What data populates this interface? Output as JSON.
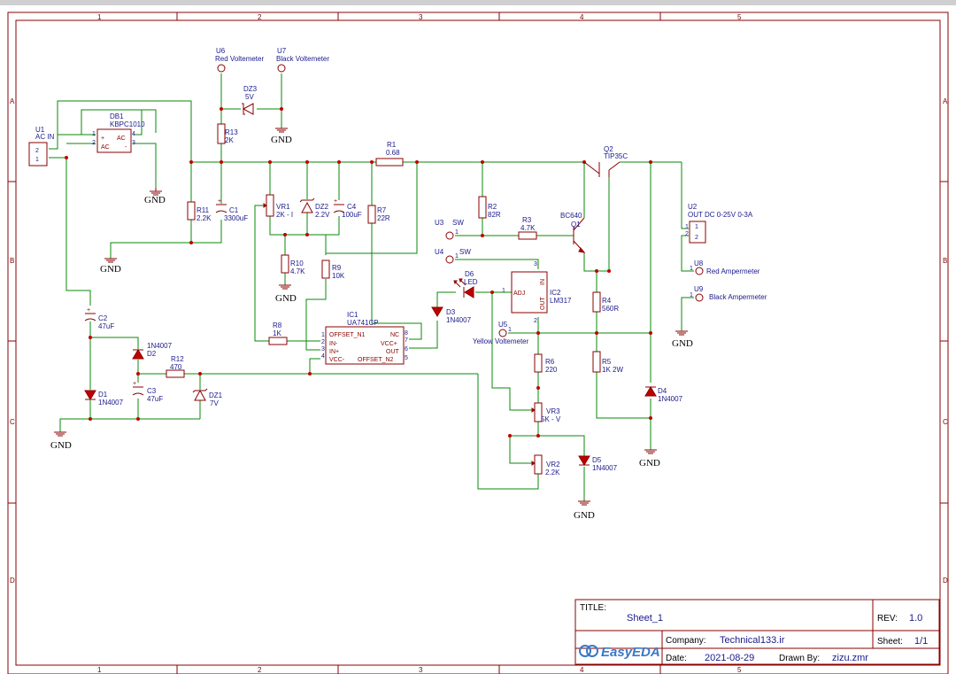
{
  "zones": {
    "cols": [
      "1",
      "2",
      "3",
      "4",
      "5"
    ],
    "rows": [
      "A",
      "B",
      "C",
      "D"
    ]
  },
  "components": {
    "U1": {
      "ref": "U1",
      "val": "AC IN"
    },
    "DB1": {
      "ref": "DB1",
      "val": "KBPC1010"
    },
    "U6": {
      "ref": "U6",
      "val": "Red Voltemeter"
    },
    "U7": {
      "ref": "U7",
      "val": "Black Voltemeter"
    },
    "DZ3": {
      "ref": "DZ3",
      "val": "5V"
    },
    "R13": {
      "ref": "R13",
      "val": "2K"
    },
    "R1": {
      "ref": "R1",
      "val": "0.68"
    },
    "Q2": {
      "ref": "Q2",
      "val": "TIP35C"
    },
    "R11": {
      "ref": "R11",
      "val": "2.2K"
    },
    "C1": {
      "ref": "C1",
      "val": "3300uF"
    },
    "VR1": {
      "ref": "VR1",
      "val": "2K - I"
    },
    "DZ2": {
      "ref": "DZ2",
      "val": "2.2V"
    },
    "C4": {
      "ref": "C4",
      "val": "100uF"
    },
    "R7": {
      "ref": "R7",
      "val": "22R"
    },
    "R2": {
      "ref": "R2",
      "val": "82R"
    },
    "U3": {
      "ref": "U3",
      "val": "SW"
    },
    "R3": {
      "ref": "R3",
      "val": "4.7K"
    },
    "Q1": {
      "ref": "Q1",
      "val": "BC640"
    },
    "U2": {
      "ref": "U2",
      "val": "OUT DC 0-25V 0-3A"
    },
    "U4": {
      "ref": "U4",
      "val": "SW"
    },
    "R10": {
      "ref": "R10",
      "val": "4.7K"
    },
    "R9": {
      "ref": "R9",
      "val": "10K"
    },
    "D6": {
      "ref": "D6",
      "val": "LED"
    },
    "IC2": {
      "ref": "IC2",
      "val": "LM317"
    },
    "U8": {
      "ref": "U8",
      "val": "Red Ampermeter"
    },
    "U9": {
      "ref": "U9",
      "val": "Black Ampermeter"
    },
    "R4": {
      "ref": "R4",
      "val": "560R"
    },
    "C2": {
      "ref": "C2",
      "val": "47uF"
    },
    "IC1": {
      "ref": "IC1",
      "val": "UA741CP"
    },
    "D3": {
      "ref": "D3",
      "val": "1N4007"
    },
    "R8": {
      "ref": "R8",
      "val": "1K"
    },
    "U5": {
      "ref": "U5",
      "val": "Yellow Voltemeter"
    },
    "D2": {
      "ref": "D2",
      "val": "1N4007"
    },
    "R12": {
      "ref": "R12",
      "val": "470"
    },
    "R6": {
      "ref": "R6",
      "val": "220"
    },
    "R5": {
      "ref": "R5",
      "val": "1K 2W"
    },
    "C3": {
      "ref": "C3",
      "val": "47uF"
    },
    "DZ1": {
      "ref": "DZ1",
      "val": "7V"
    },
    "D1": {
      "ref": "D1",
      "val": "1N4007"
    },
    "D4": {
      "ref": "D4",
      "val": "1N4007"
    },
    "VR3": {
      "ref": "VR3",
      "val": "5K - V"
    },
    "VR2": {
      "ref": "VR2",
      "val": "2.2K"
    },
    "D5": {
      "ref": "D5",
      "val": "1N4007"
    }
  },
  "ic1_pins": {
    "offset_n1": "OFFSET_N1",
    "in_minus": "IN-",
    "in_plus": "IN+",
    "vcc_minus": "VCC-",
    "nc": "NC",
    "vcc_plus": "VCC+",
    "out": "OUT",
    "offset_n2": "OFFSET_N2"
  },
  "ic2_pins": {
    "adj": "ADJ",
    "in": "IN",
    "out": "OUT"
  },
  "db1_pins": {
    "ac1": "AC",
    "ac2": "AC",
    "plus": "+",
    "minus": "-"
  },
  "ground_label": "GND",
  "title_block": {
    "title_label": "TITLE:",
    "title": "Sheet_1",
    "rev_label": "REV:",
    "rev": "1.0",
    "company_label": "Company:",
    "company": "Technical133.ir",
    "sheet_label": "Sheet:",
    "sheet": "1/1",
    "date_label": "Date:",
    "date": "2021-08-29",
    "drawn_label": "Drawn By:",
    "drawn_by": "zizu.zmr",
    "logo": "EasyEDA"
  },
  "colors": {
    "wire": "#0a8a0a",
    "symbol": "#8a0000",
    "label": "#1a1a8c",
    "frame": "#8a0000"
  }
}
